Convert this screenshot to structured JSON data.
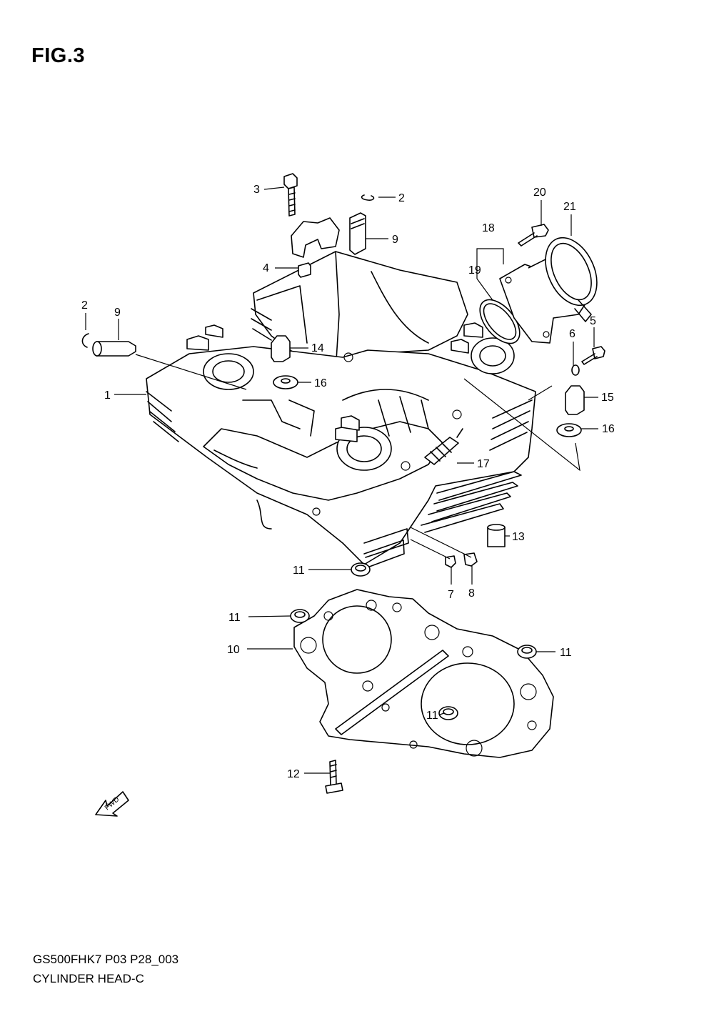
{
  "figure": {
    "title": "FIG.3",
    "model_code": "GS500FHK7 P03 P28_003",
    "caption": "CYLINDER HEAD-C"
  },
  "fwd_label": "FWD",
  "callouts": [
    {
      "id": "c1",
      "label": "1"
    },
    {
      "id": "c2a",
      "label": "2"
    },
    {
      "id": "c2b",
      "label": "2"
    },
    {
      "id": "c3",
      "label": "3"
    },
    {
      "id": "c4",
      "label": "4"
    },
    {
      "id": "c5",
      "label": "5"
    },
    {
      "id": "c6",
      "label": "6"
    },
    {
      "id": "c7",
      "label": "7"
    },
    {
      "id": "c8",
      "label": "8"
    },
    {
      "id": "c9a",
      "label": "9"
    },
    {
      "id": "c9b",
      "label": "9"
    },
    {
      "id": "c10",
      "label": "10"
    },
    {
      "id": "c11a",
      "label": "11"
    },
    {
      "id": "c11b",
      "label": "11"
    },
    {
      "id": "c11c",
      "label": "11"
    },
    {
      "id": "c11d",
      "label": "11"
    },
    {
      "id": "c12",
      "label": "12"
    },
    {
      "id": "c13",
      "label": "13"
    },
    {
      "id": "c14",
      "label": "14"
    },
    {
      "id": "c15",
      "label": "15"
    },
    {
      "id": "c16a",
      "label": "16"
    },
    {
      "id": "c16b",
      "label": "16"
    },
    {
      "id": "c17",
      "label": "17"
    },
    {
      "id": "c18",
      "label": "18"
    },
    {
      "id": "c19",
      "label": "19"
    },
    {
      "id": "c20",
      "label": "20"
    },
    {
      "id": "c21",
      "label": "21"
    }
  ]
}
